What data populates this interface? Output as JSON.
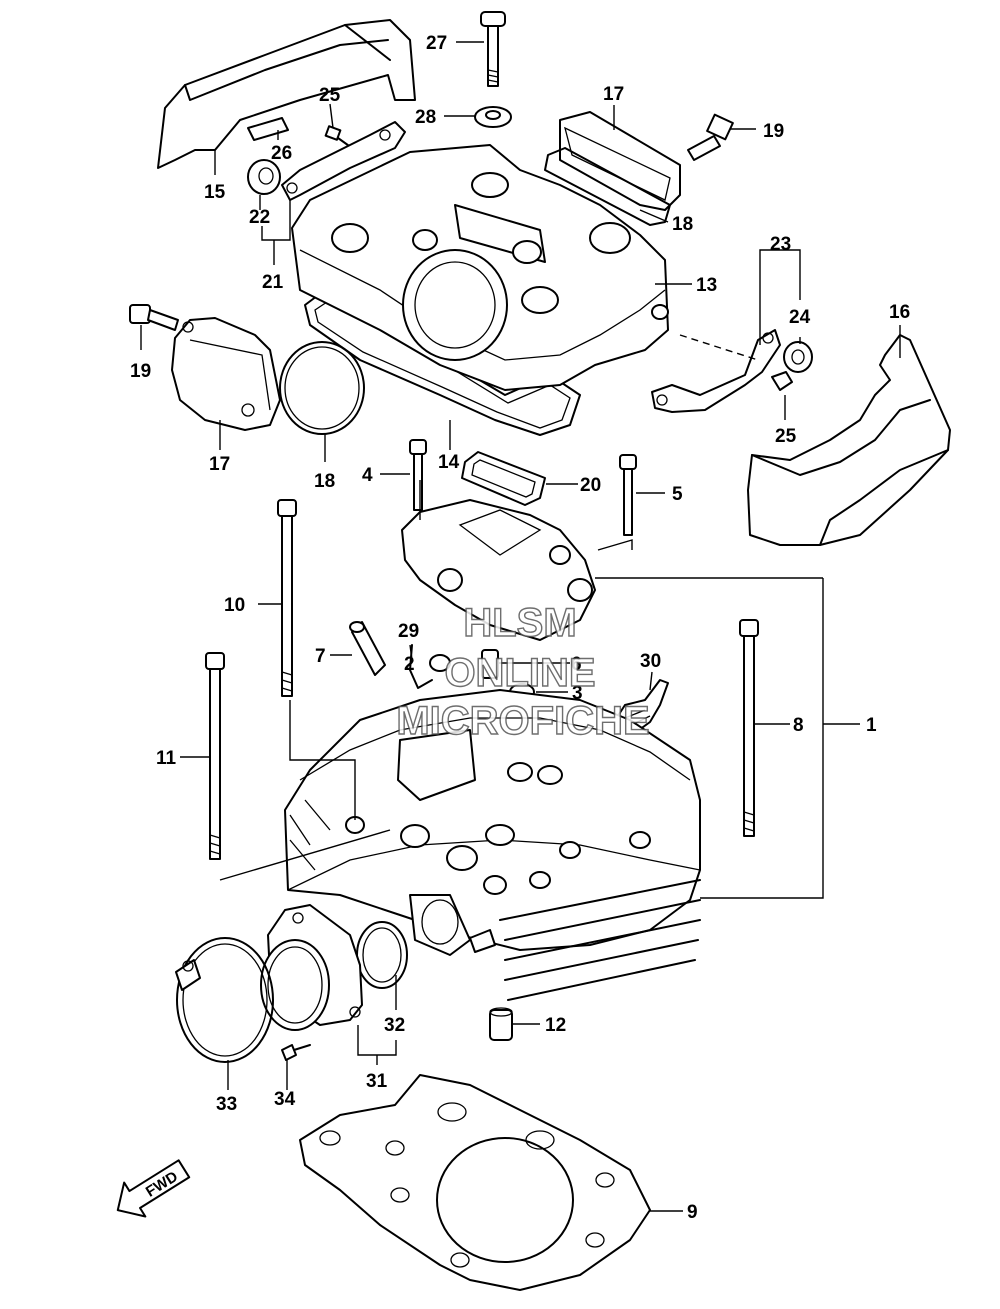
{
  "callouts": [
    {
      "id": "1",
      "label": "1"
    },
    {
      "id": "2",
      "label": "2"
    },
    {
      "id": "3",
      "label": "3"
    },
    {
      "id": "4",
      "label": "4"
    },
    {
      "id": "5",
      "label": "5"
    },
    {
      "id": "6",
      "label": "6"
    },
    {
      "id": "7",
      "label": "7"
    },
    {
      "id": "8",
      "label": "8"
    },
    {
      "id": "9",
      "label": "9"
    },
    {
      "id": "10",
      "label": "10"
    },
    {
      "id": "11",
      "label": "11"
    },
    {
      "id": "12",
      "label": "12"
    },
    {
      "id": "13",
      "label": "13"
    },
    {
      "id": "14",
      "label": "14"
    },
    {
      "id": "15",
      "label": "15"
    },
    {
      "id": "16",
      "label": "16"
    },
    {
      "id": "17a",
      "label": "17"
    },
    {
      "id": "17b",
      "label": "17"
    },
    {
      "id": "18a",
      "label": "18"
    },
    {
      "id": "18b",
      "label": "18"
    },
    {
      "id": "19a",
      "label": "19"
    },
    {
      "id": "19b",
      "label": "19"
    },
    {
      "id": "20",
      "label": "20"
    },
    {
      "id": "21",
      "label": "21"
    },
    {
      "id": "22",
      "label": "22"
    },
    {
      "id": "23",
      "label": "23"
    },
    {
      "id": "24",
      "label": "24"
    },
    {
      "id": "25a",
      "label": "25"
    },
    {
      "id": "25b",
      "label": "25"
    },
    {
      "id": "26",
      "label": "26"
    },
    {
      "id": "27",
      "label": "27"
    },
    {
      "id": "28",
      "label": "28"
    },
    {
      "id": "29",
      "label": "29"
    },
    {
      "id": "30",
      "label": "30"
    },
    {
      "id": "31",
      "label": "31"
    },
    {
      "id": "32",
      "label": "32"
    },
    {
      "id": "33",
      "label": "33"
    },
    {
      "id": "34",
      "label": "34"
    }
  ],
  "watermark": {
    "line1": "HLSM",
    "line2": "ONLINE",
    "line3": "MICROFICHE"
  },
  "direction_arrow": {
    "label": "FWD"
  }
}
